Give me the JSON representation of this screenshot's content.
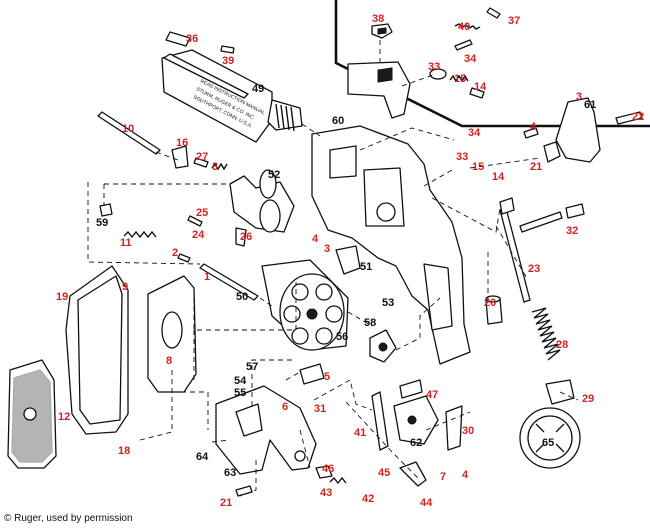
{
  "colors": {
    "callout_red": "#d42222",
    "callout_black": "#111111",
    "line": "#111111",
    "background": "#ffffff"
  },
  "credit": "© Ruger, used by permission",
  "barrel_marking": [
    "READ INSTRUCTION MANUAL",
    "STURM, RUGER & CO. INC.",
    "SOUTHPORT, CONN. U.S.A."
  ],
  "callouts": {
    "p38": "38",
    "p40": "40",
    "p37": "37",
    "p34a": "34",
    "p33a": "33",
    "p15a": "15",
    "p14a": "14",
    "p36": "36",
    "p39": "39",
    "p49": "49",
    "p3a": "3",
    "p61": "61",
    "p22": "22",
    "p10": "10",
    "p16": "16",
    "p27": "27",
    "p3b": "3",
    "p60": "60",
    "p34b": "34",
    "p33b": "33",
    "p15b": "15",
    "p14b": "14",
    "p4a": "4",
    "p21a": "21",
    "p52": "52",
    "p59": "59",
    "p25": "25",
    "p24": "24",
    "p26": "26",
    "p4b": "4",
    "p3c": "3",
    "p32": "32",
    "p11": "11",
    "p2": "2",
    "p1": "1",
    "p51": "51",
    "p23": "23",
    "p19": "19",
    "p9": "9",
    "p50": "50",
    "p53": "53",
    "p20": "20",
    "p58": "58",
    "p56": "56",
    "p28": "28",
    "p8": "8",
    "p5": "5",
    "p57": "57",
    "p54": "54",
    "p55": "55",
    "p47": "47",
    "p29": "29",
    "p12": "12",
    "p31": "31",
    "p6": "6",
    "p41": "41",
    "p30": "30",
    "p18": "18",
    "p62": "62",
    "p64": "64",
    "p65": "65",
    "p45": "45",
    "p7": "7",
    "p4c": "4",
    "p63": "63",
    "p46": "46",
    "p43": "43",
    "p44": "44",
    "p21b": "21",
    "p42": "42"
  }
}
